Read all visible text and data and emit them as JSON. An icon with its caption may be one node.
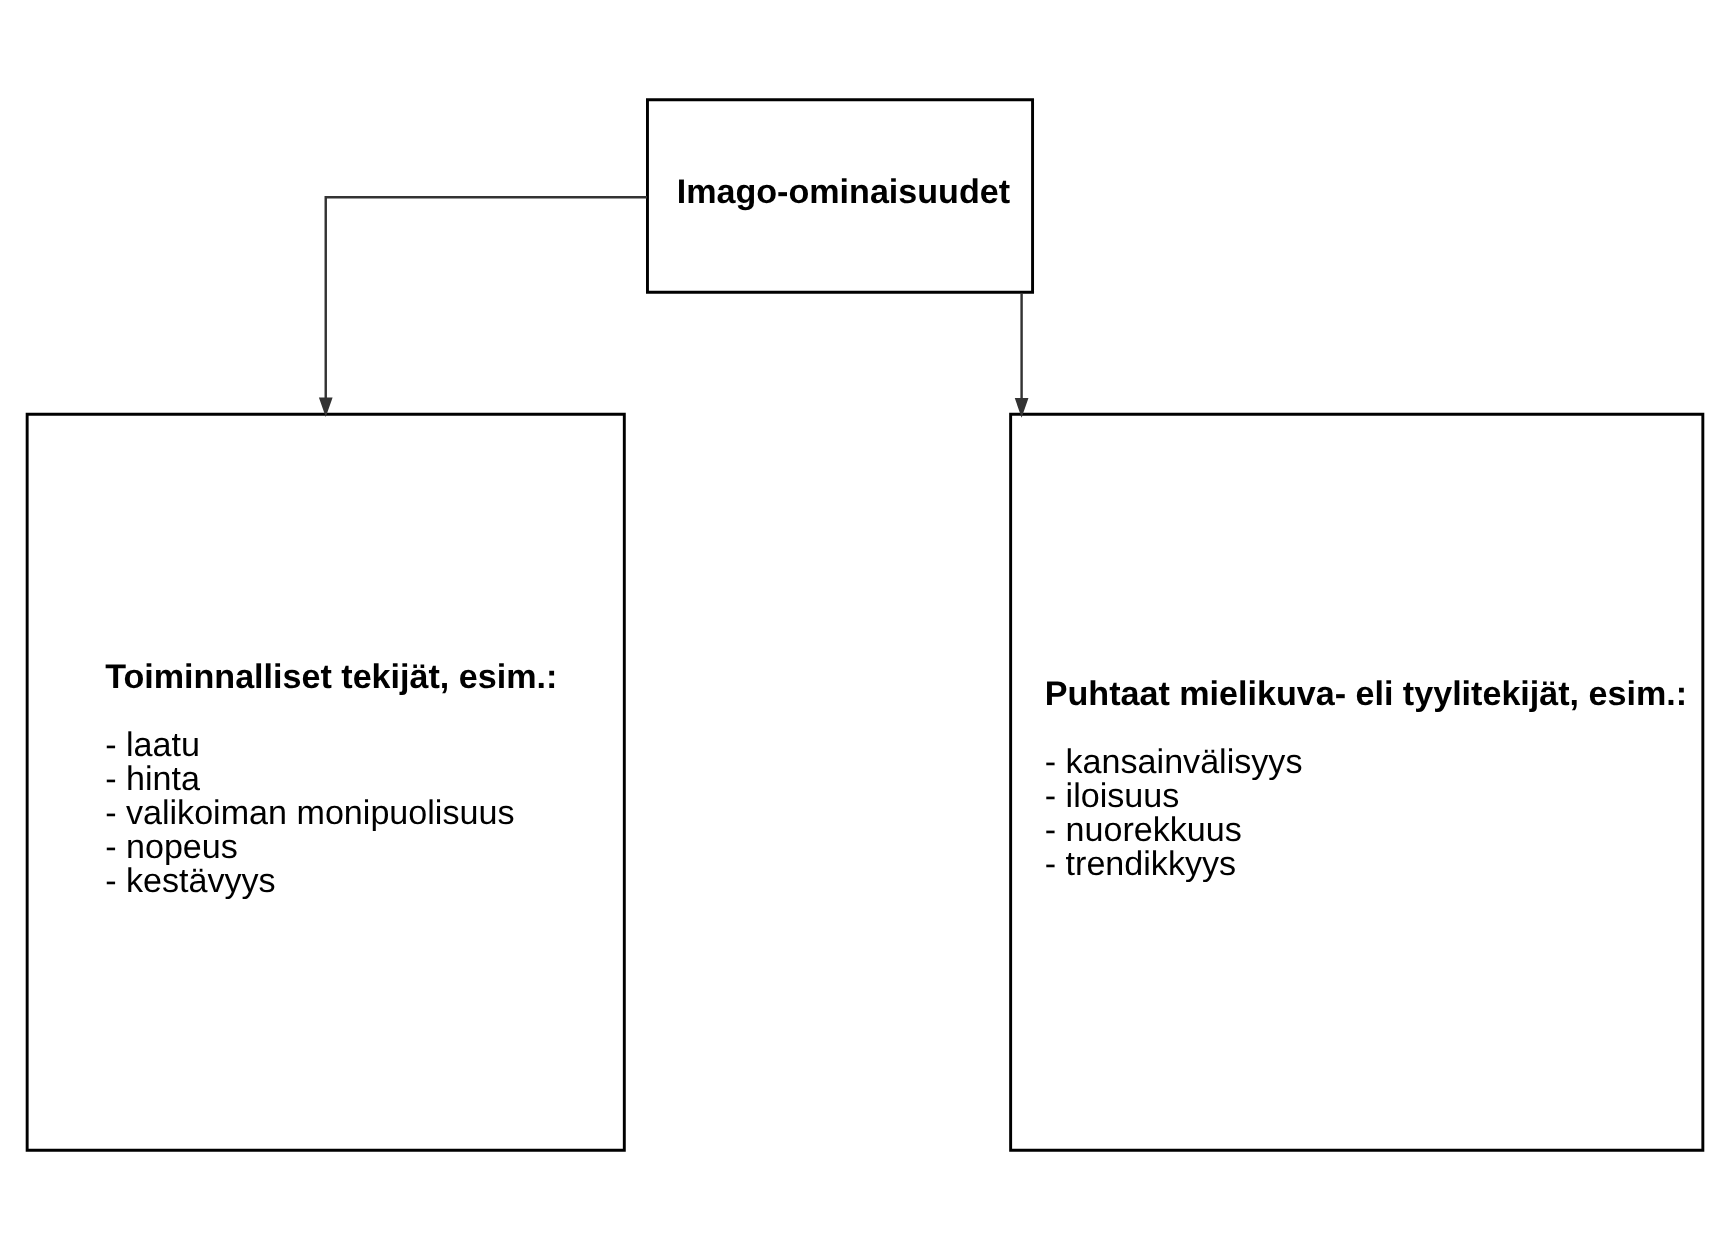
{
  "diagram": {
    "nodes": [
      {
        "text": [
          "Imago-ominaisuudet"
        ]
      },
      {
        "text": [
          "Toiminnalliset tekijät, esim.:",
          "- laatu",
          "- hinta",
          "- valikoiman monipuolisuus",
          "- nopeus",
          "- kestävyys"
        ]
      },
      {
        "text": [
          "Puhtaat mielikuva- eli tyylitekijät, esim.:",
          "- kansainvälisyys",
          "- iloisuus",
          "- nuorekkuus",
          "- trendikkyys"
        ]
      }
    ],
    "edges": [
      {
        "from": 0,
        "to": 1,
        "arrow": "to"
      },
      {
        "from": 0,
        "to": 2,
        "arrow": "to"
      }
    ]
  }
}
